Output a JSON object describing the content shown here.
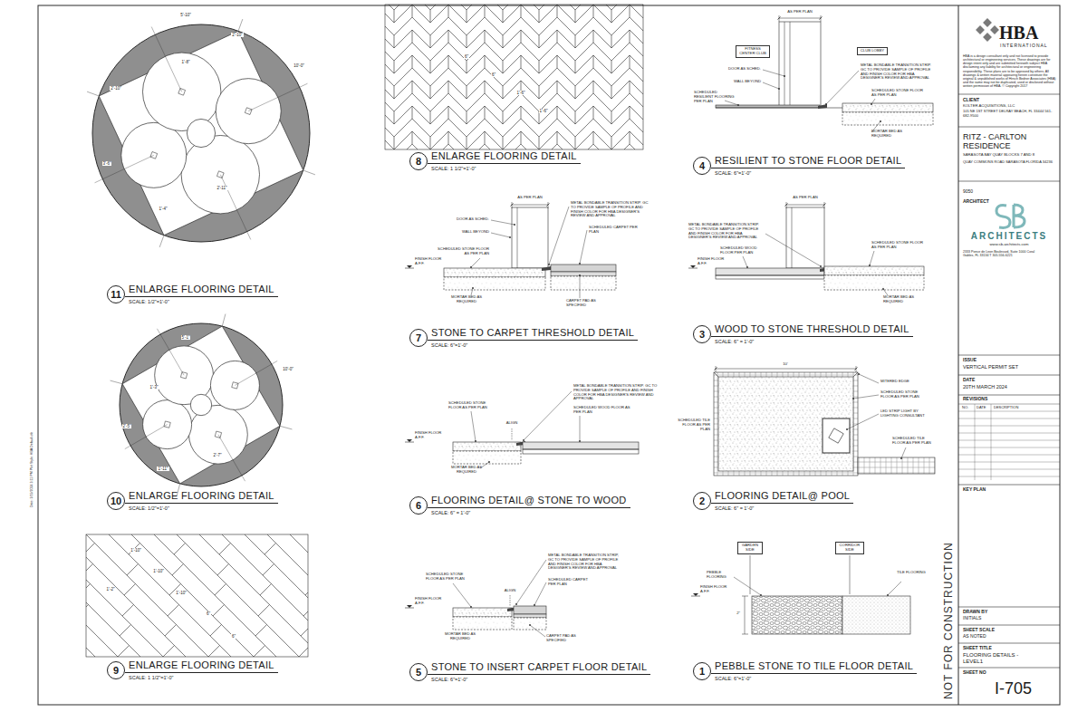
{
  "diagram": {
    "nodes": [
      {
        "text": [
          "11",
          "ENLARGE FLOORING DETAIL",
          "SCALE: 1/2\"=1'-0\""
        ]
      },
      {
        "text": [
          "10",
          "ENLARGE FLOORING DETAIL",
          "SCALE: 1/2\"=1'-0\""
        ]
      },
      {
        "text": [
          "9",
          "ENLARGE FLOORING DETAIL",
          "SCALE: 1 1/2\"=1'-0\""
        ]
      },
      {
        "text": [
          "8",
          "ENLARGE FLOORING DETAIL",
          "SCALE: 1 1/2\"=1'-0\""
        ]
      },
      {
        "text": [
          "7",
          "STONE TO CARPET THRESHOLD DETAIL",
          "SCALE: 6\"=1'-0\""
        ]
      },
      {
        "text": [
          "6",
          "FLOORING DETAIL@ STONE TO WOOD",
          "SCALE: 6\" = 1'-0\""
        ]
      },
      {
        "text": [
          "5",
          "STONE TO INSERT CARPET FLOOR DETAIL",
          "SCALE: 6\"=1'-0\""
        ]
      },
      {
        "text": [
          "4",
          "RESILIENT TO STONE FLOOR DETAIL",
          "SCALE: 6\"=1'-0\""
        ]
      },
      {
        "text": [
          "FITNESS CENTER CLUB"
        ]
      },
      {
        "text": [
          "CLUB LOBBY"
        ]
      },
      {
        "text": [
          "3",
          "WOOD TO STONE THRESHOLD DETAIL",
          "SCALE: 6\" = 1'-0\""
        ]
      },
      {
        "text": [
          "2",
          "FLOORING DETAIL@ POOL",
          "SCALE: 6\" = 1'-0\""
        ]
      },
      {
        "text": [
          "1",
          "PEBBLE STONE TO TILE FLOOR DETAIL",
          "SCALE: 6\"=1'-0\""
        ]
      },
      {
        "text": [
          "GARDEN SIDE"
        ]
      },
      {
        "text": [
          "CORRIDOR SIDE"
        ]
      }
    ],
    "labels": [
      "HBA",
      "INTERNATIONAL",
      "HBA is a design consultant only and not licensed to provide architectural or engineering services. These drawings are for design intent only and are submitted herewith subject HBA disclaiming any liability for architectural or engineering responsibility. These plans are to be approved by others. All drawings & written material appearing herein constitute the original & unpublished works of Hirsch Bedner Associates (HBA) and the same may not be duplicated, used or disclosed without written permission of HBA. © Copyright 2017",
      "CLIENT",
      "KOLTER ACQUISITIONS, LLC",
      "105 NE 1ST STREET DELRAY BEACH, FL 33444 561-682-9500",
      "RITZ - CARLTON RESIDENCE",
      "SARASOTA BAY QUAY BLOCKS 7 AND 8",
      "QUAY COMMONS ROAD SARASOTA FLORIDA 34236",
      "9050",
      "ARCHITECT",
      "ARCHITECTS",
      "www.sb-architects.com",
      "2333 Ponce de Leon Boulevard, Suite 1000 Coral Gables, FL 33134 T 305.556-6221",
      "ISSUE",
      "VERTICAL PERMIT SET",
      "DATE",
      "20TH MARCH 2024",
      "REVISIONS",
      "NO.",
      "DATE",
      "DESCRIPTION",
      "KEY PLAN",
      "NOT FOR CONSTRUCTION",
      "DRAWN BY",
      "INITIALS",
      "SHEET SCALE",
      "AS NOTED",
      "SHEET TITLE",
      "FLOORING DETAILS - LEVEL1",
      "SHEET NO",
      "I-705",
      "Date: 3/19/2024 3:11 PM Plot Style: HBA Default.ctb",
      "AS PER PLAN",
      "DOOR AS SCHED.",
      "WALL BEYOND",
      "SCHEDULED RESILIENT FLOORING PER PLAN",
      "METAL BONDABLE TRANSITION STRIP. GC TO PROVIDE SAMPLE OF PROFILE AND FINISH COLOR FOR HBA DESIGNER'S REVIEW AND APPROVAL",
      "SCHEDULED STONE FLOOR AS PER PLAN",
      "MORTAR BED AS REQUIRED",
      "AS PER PLAN",
      "DOOR AS SCHED.",
      "WALL BEYOND",
      "SCHEDULED STONE FLOOR AS PER PLAN",
      "FINISH FLOOR A.F.F.",
      "MORTAR BED AS REQUIRED",
      "METAL BONDABLE TRANSITION STRIP. GC TO PROVIDE SAMPLE OF PROFILE AND FINISH COLOR FOR HBA DESIGNER'S REVIEW AND APPROVAL",
      "SCHEDULED CARPET PER PLAN",
      "CARPET PAD AS SPECIFIED",
      "AS PER PLAN",
      "METAL BONDABLE TRANSITION STRIP. GC TO PROVIDE SAMPLE OF PROFILE AND FINISH COLOR FOR HBA DESIGNER'S REVIEW AND APPROVAL",
      "SCHEDULED WOOD FLOOR PER PLAN",
      "FINISH FLOOR A.F.F.",
      "SCHEDULED STONE FLOOR AS PER PLAN",
      "MORTAR BED AS REQUIRED",
      "METAL BONDABLE TRANSITION STRIP. GC TO PROVIDE SAMPLE OF PROFILE AND FINISH COLOR FOR HBA DESIGNER'S REVIEW AND APPROVAL",
      "SCHEDULED WOOD FLOOR AS PER PLAN",
      "SCHEDULED STONE FLOOR AS PER PLAN",
      "ALIGN",
      "FINISH FLOOR A.F.F.",
      "MORTAR BED AS REQUIRED",
      "METAL BONDABLE TRANSITION STRIP, GC TO PROVIDE SAMPLE OF PROFILE AND FINISH COLOR FOR HBA DESIGNER'S REVIEW AND APPROVAL",
      "SCHEDULED STONE FLOOR AS PER PLAN",
      "SCHEDULED CARPET PER PLAN",
      "ALIGN",
      "FINISH FLOOR A.F.F.",
      "MORTAR BED AS REQUIRED",
      "CARPET PAD AS SPECIFIED",
      "10'",
      "MITERED EDGE",
      "SCHEDULED STONE FLOOR AS PER PLAN",
      "LED STRIP LIGHT BY LIGHTING CONSULTANT",
      "SCHEDULED TILE FLOOR AS PER PLAN",
      "SCHEDULED TILE FLOOR AS PER PLAN",
      "PEBBLE FLOORING",
      "TILE FLOORING",
      "FINISH FLOOR A.F.F.",
      "2\"",
      "5'-10\"",
      "2'-10\"",
      "10'-0\"",
      "1'-8\"",
      "2'-10\"",
      "3'-6\"",
      "2'-11\"",
      "1'-4\"",
      "5'-1\"",
      "10'-0\"",
      "1'-3\"",
      "2'-5\"",
      "2'-7\"",
      "1'-11\"",
      "1'-10\"",
      "1'-10\"",
      "1'-10\"",
      "6\"",
      "1'-2\"",
      "6\"",
      "6\"",
      "6\"",
      "1'-6\"",
      "1'-6\""
    ]
  }
}
